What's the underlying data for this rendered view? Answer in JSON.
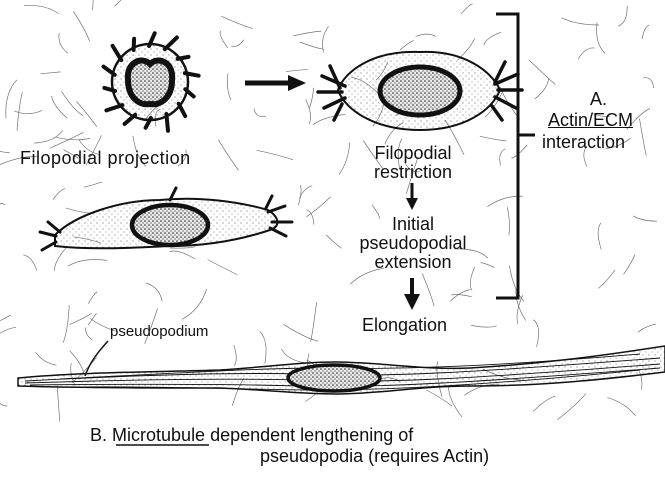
{
  "labels": {
    "filopodial_projection": "Filopodial projection",
    "filopodial_restriction_1": "Filopodial",
    "filopodial_restriction_2": "restriction",
    "initial_1": "Initial",
    "initial_2": "pseudopodial",
    "initial_3": "extension",
    "elongation": "Elongation",
    "pseudopodium": "pseudopodium"
  },
  "section_a": {
    "letter": "A.",
    "title": "Actin/ECM",
    "subtitle": "interaction"
  },
  "section_b": {
    "prefix": "B.",
    "underlined": "Microtubule",
    "rest": "dependent lengthening of",
    "line2": "pseudopodia (requires Actin)"
  }
}
